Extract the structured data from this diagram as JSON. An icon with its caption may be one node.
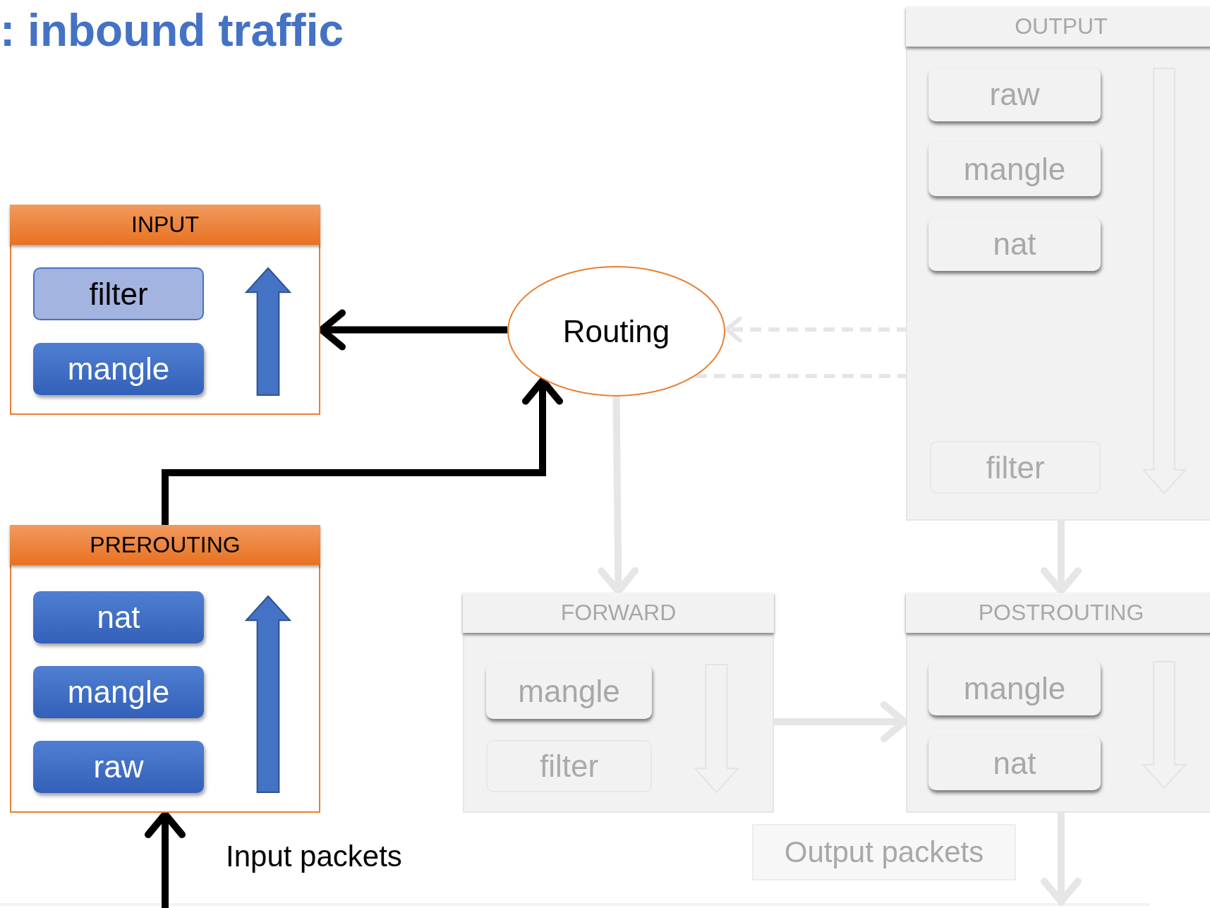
{
  "diagram": {
    "title": ": inbound traffic",
    "nodes": [
      {
        "text": [
          "INPUT"
        ]
      },
      {
        "text": [
          "filter"
        ],
        "in": 0
      },
      {
        "text": [
          "mangle"
        ],
        "in": 0
      },
      {
        "text": [
          "Routing"
        ]
      },
      {
        "text": [
          "PREROUTING"
        ]
      },
      {
        "text": [
          "nat"
        ],
        "in": 4
      },
      {
        "text": [
          "mangle"
        ],
        "in": 4
      },
      {
        "text": [
          "raw"
        ],
        "in": 4
      },
      {
        "text": [
          "FORWARD"
        ]
      },
      {
        "text": [
          "mangle"
        ],
        "in": 8
      },
      {
        "text": [
          "filter"
        ],
        "in": 8
      },
      {
        "text": [
          "OUTPUT"
        ]
      },
      {
        "text": [
          "raw"
        ],
        "in": 11
      },
      {
        "text": [
          "mangle"
        ],
        "in": 11
      },
      {
        "text": [
          "nat"
        ],
        "in": 11
      },
      {
        "text": [
          "filter"
        ],
        "in": 11
      },
      {
        "text": [
          "POSTROUTING"
        ]
      },
      {
        "text": [
          "mangle"
        ],
        "in": 16
      },
      {
        "text": [
          "nat"
        ],
        "in": 16
      },
      {
        "text": [
          "Output packets"
        ]
      }
    ],
    "edges": [
      {
        "from": 3,
        "to": 0,
        "arrow": "to",
        "color": "#000000"
      },
      {
        "from": 4,
        "to": 3,
        "arrow": "to",
        "color": "#000000"
      },
      {
        "from": null,
        "to": 4,
        "arrow": "to",
        "label": "Input packets",
        "color": "#000000"
      },
      {
        "from": 3,
        "to": 8,
        "arrow": "to"
      },
      {
        "from": 14,
        "to": 3,
        "arrow": "to",
        "style": "dashed"
      },
      {
        "from": 3,
        "to": 15,
        "arrow": "to",
        "style": "dashed"
      },
      {
        "from": 11,
        "to": 16,
        "arrow": "to"
      },
      {
        "from": 8,
        "to": 16,
        "arrow": "to"
      },
      {
        "from": 16,
        "to": null,
        "arrow": "to"
      }
    ]
  }
}
